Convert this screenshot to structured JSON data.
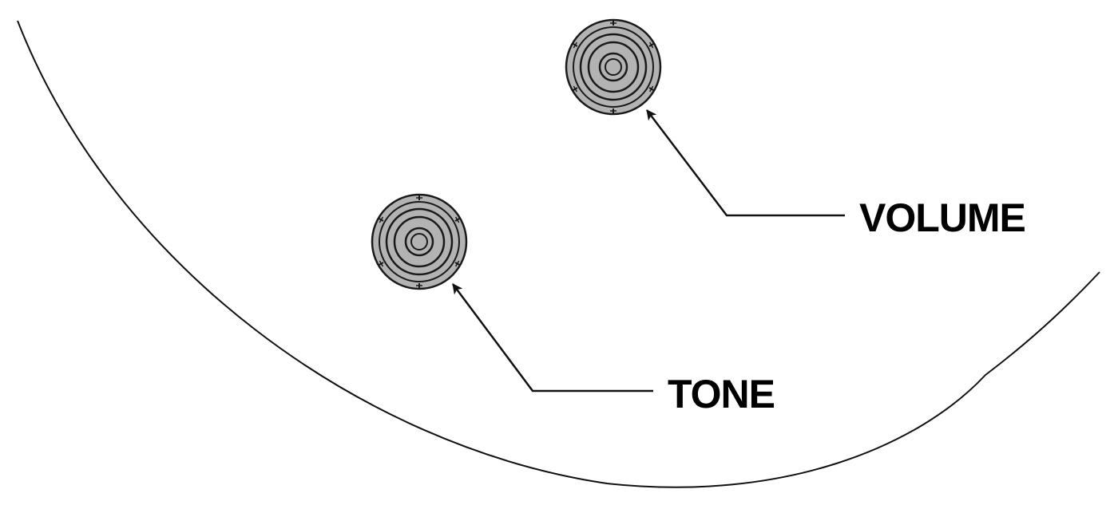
{
  "diagram": {
    "colors": {
      "background": "#ffffff",
      "outline": "#111111",
      "knob_fill": "#b3b3b3",
      "knob_stroke": "#1a1a1a",
      "label": "#000000"
    },
    "controls": [
      {
        "id": "volume",
        "label": "VOLUME",
        "icon": "knob-icon"
      },
      {
        "id": "tone",
        "label": "TONE",
        "icon": "knob-icon"
      }
    ]
  }
}
